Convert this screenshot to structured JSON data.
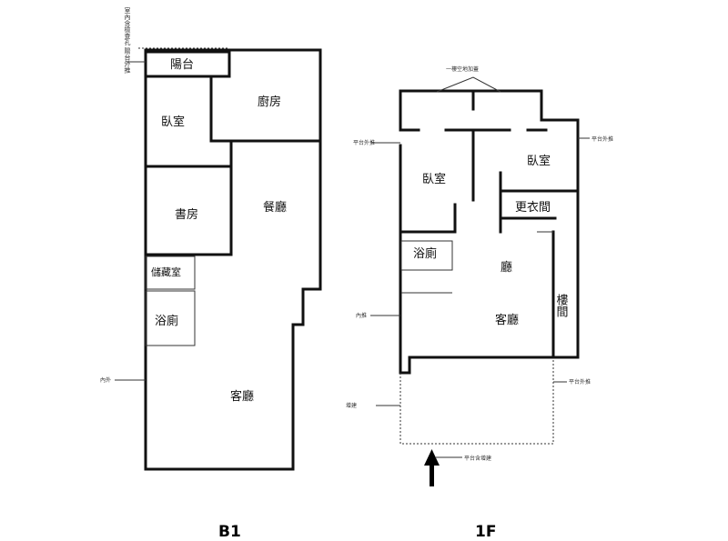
{
  "b1": {
    "floor_label": "B1",
    "rooms": {
      "balcony": "陽台",
      "bedroom": "臥室",
      "kitchen": "廚房",
      "study": "書房",
      "dining": "餐廳",
      "storage": "儲藏室",
      "bathroom": "浴廁",
      "living": "客廳"
    },
    "notes": {
      "vertical": "室內含檢查孔 陽台外推",
      "left_side": "內外"
    }
  },
  "f1": {
    "floor_label": "1F",
    "rooms": {
      "bedroom_left": "臥室",
      "bedroom_right": "臥室",
      "closet": "更衣間",
      "bathroom": "浴廁",
      "hall": "廳",
      "living": "客廳",
      "stairs": "樓間"
    },
    "notes": {
      "top": "一樓空地加蓋",
      "left_upper": "平台外推",
      "right_upper": "平台外推",
      "left_middle": "內推",
      "left_lower": "增建",
      "right_lower": "平台外推",
      "bottom": "平台含增建"
    }
  }
}
